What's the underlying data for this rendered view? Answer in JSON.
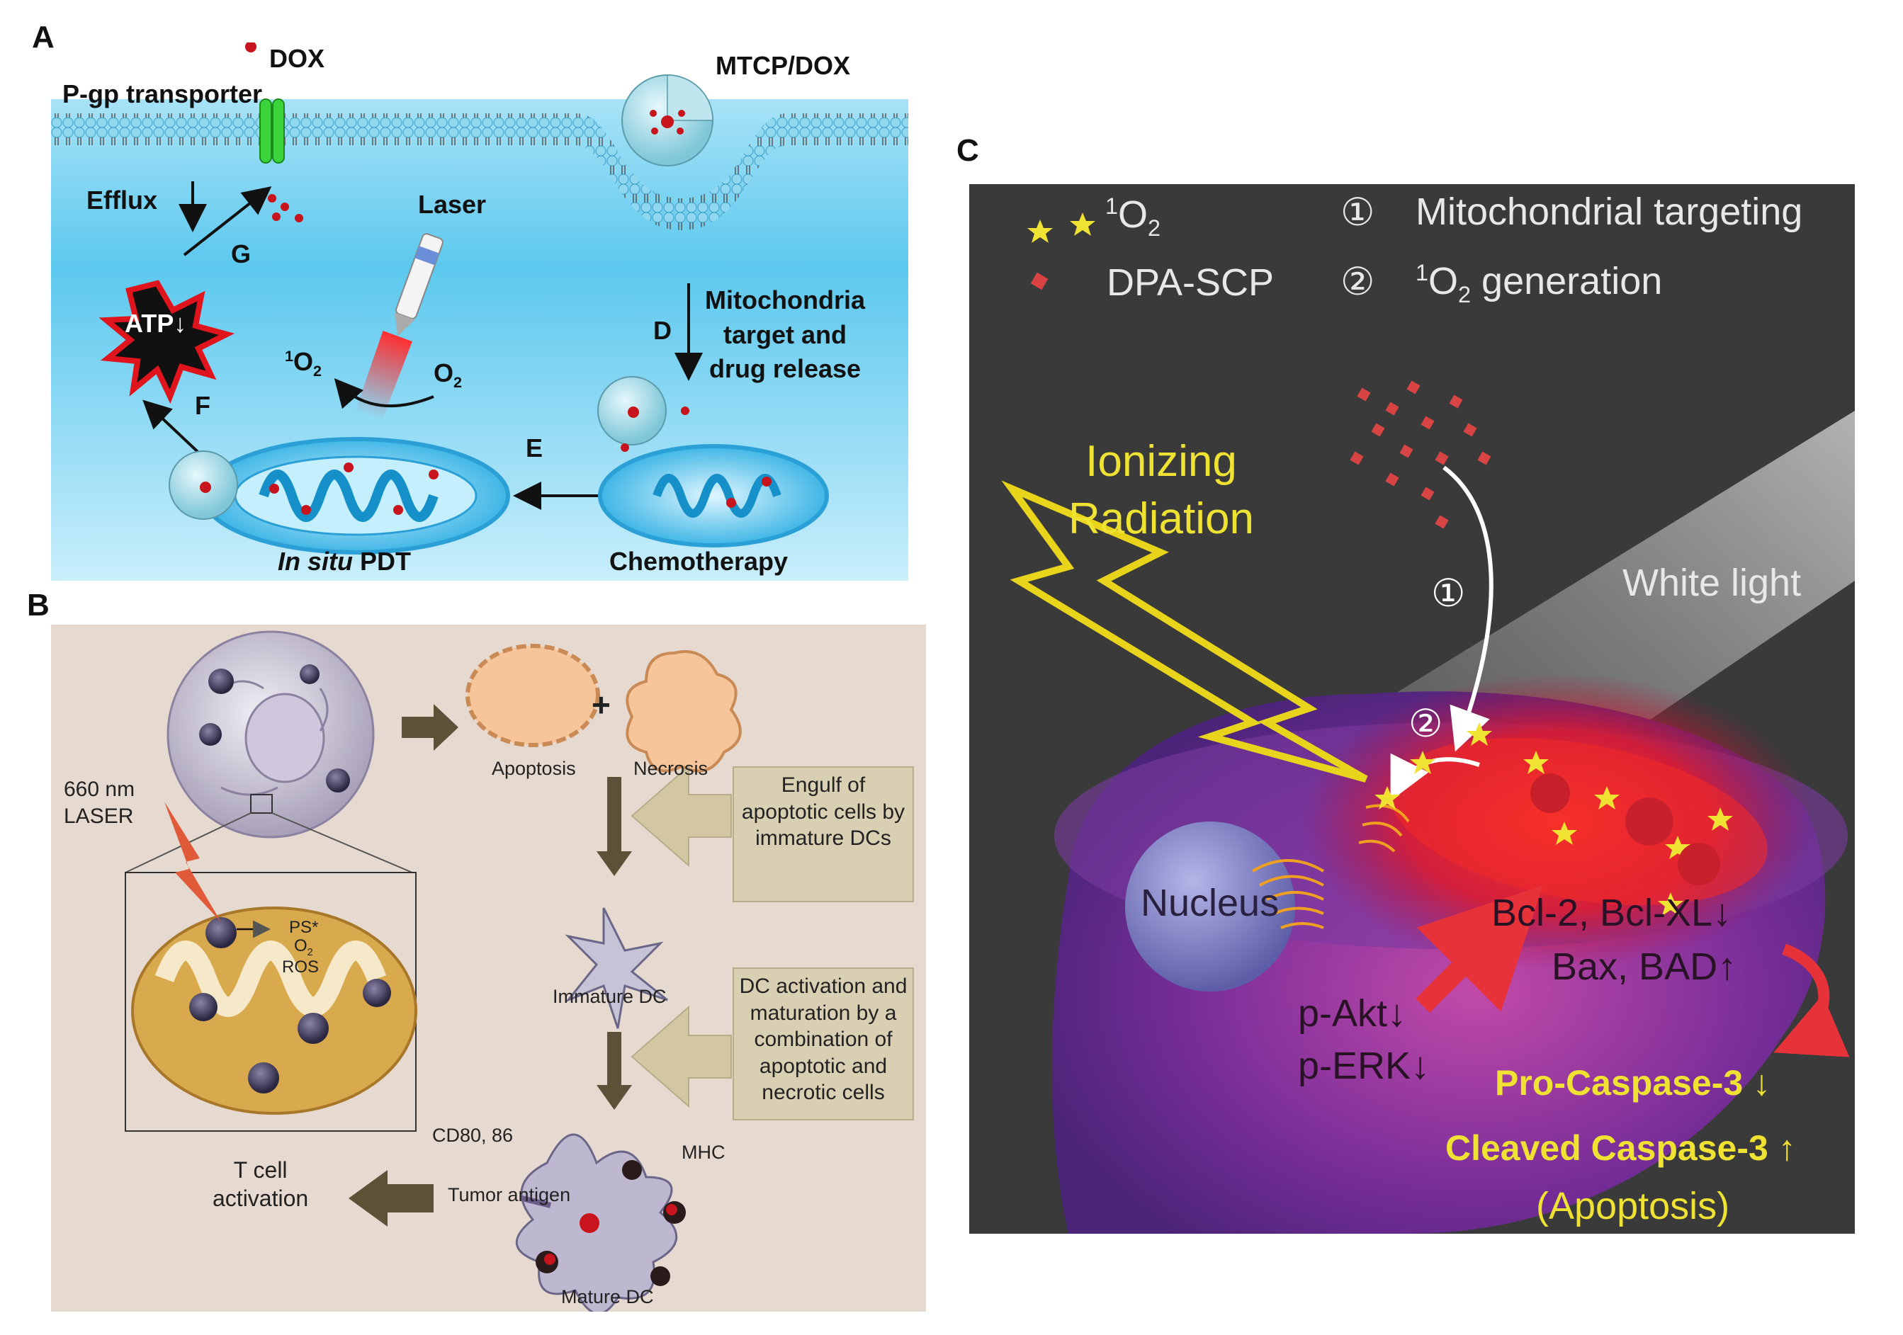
{
  "panel_a": {
    "label": "A",
    "dox": "DOX",
    "pgp": "P-gp transporter",
    "mtcp": "MTCP/DOX",
    "efflux": "Efflux",
    "g": "G",
    "laser": "Laser",
    "atp": "ATP",
    "singlet_o2": "1O2",
    "o2": "O2",
    "d": "D",
    "mito_line1": "Mitochondria",
    "mito_line2": "target and",
    "mito_line3": "drug release",
    "f": "F",
    "e": "E",
    "insitu_italic": "In situ",
    "pdt": "PDT",
    "chemo": "Chemotherapy"
  },
  "panel_b": {
    "label": "B",
    "laser_line1": "660 nm",
    "laser_line2": "LASER",
    "apoptosis": "Apoptosis",
    "necrosis": "Necrosis",
    "plus": "+",
    "ps": "PS*",
    "o2": "O2",
    "ros": "ROS",
    "engulf": "Engulf of apoptotic cells by immature DCs",
    "immature_dc": "Immature DC",
    "dc_activation": "DC activation and maturation by a combination of apoptotic and necrotic cells",
    "cd80": "CD80, 86",
    "mhc": "MHC",
    "tumor_antigen": "Tumor antigen",
    "t_cell_line1": "T cell",
    "t_cell_line2": "activation",
    "mature_dc": "Mature DC"
  },
  "panel_c": {
    "label": "C",
    "legend_singlet": "1O2",
    "legend_dpa": "DPA-SCP",
    "step1_num": "①",
    "step1_text": "Mitochondrial targeting",
    "step2_num": "②",
    "step2_text": "1O2 generation",
    "ionizing_line1": "Ionizing",
    "ionizing_line2": "Radiation",
    "white_light": "White light",
    "marker1": "①",
    "marker2": "②",
    "nucleus": "Nucleus",
    "bcl": "Bcl-2, Bcl-XL↓",
    "bax": "Bax, BAD↑",
    "pakt": "p-Akt↓",
    "perk": "p-ERK↓",
    "procasp": "Pro-Caspase-3 ↓",
    "cleaved": "Cleaved Caspase-3 ↑",
    "apoptosis": "(Apoptosis)"
  },
  "colors": {
    "panel_a_bg": "#4fc3ec",
    "panel_b_bg": "#e6d9cf",
    "panel_c_bg": "#3a3a3a",
    "highlight_yellow": "#f0e232",
    "dox_red": "#c8141c"
  }
}
